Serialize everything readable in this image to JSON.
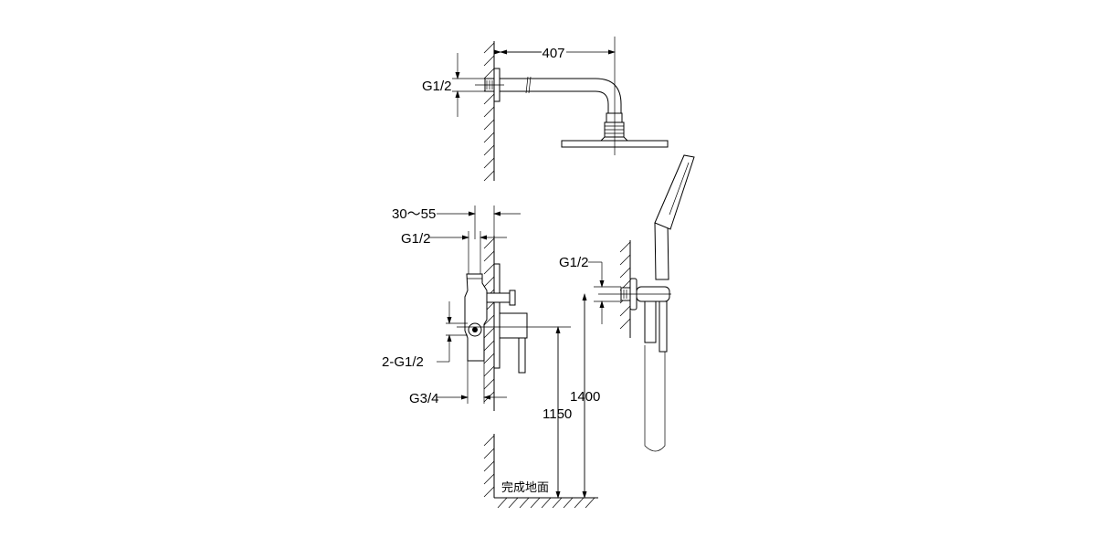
{
  "diagram": {
    "type": "technical-installation-drawing",
    "subject": "concealed shower system installation",
    "colors": {
      "line": "#000000",
      "background": "#ffffff"
    },
    "dimensions": {
      "arm_length": "407",
      "arm_thread": "G1/2",
      "wall_depth": "30～55",
      "valve_top_thread": "G1/2",
      "valve_inlets": "2-G1/2",
      "valve_outlet": "G3/4",
      "valve_height": "1150",
      "outlet_height": "1400",
      "outlet_thread": "G1/2"
    },
    "labels": {
      "floor": "完成地面"
    },
    "components": [
      "shower-arm",
      "rain-shower-head",
      "concealed-mixer-valve",
      "wall-outlet-elbow",
      "hand-shower",
      "shower-hose"
    ]
  }
}
